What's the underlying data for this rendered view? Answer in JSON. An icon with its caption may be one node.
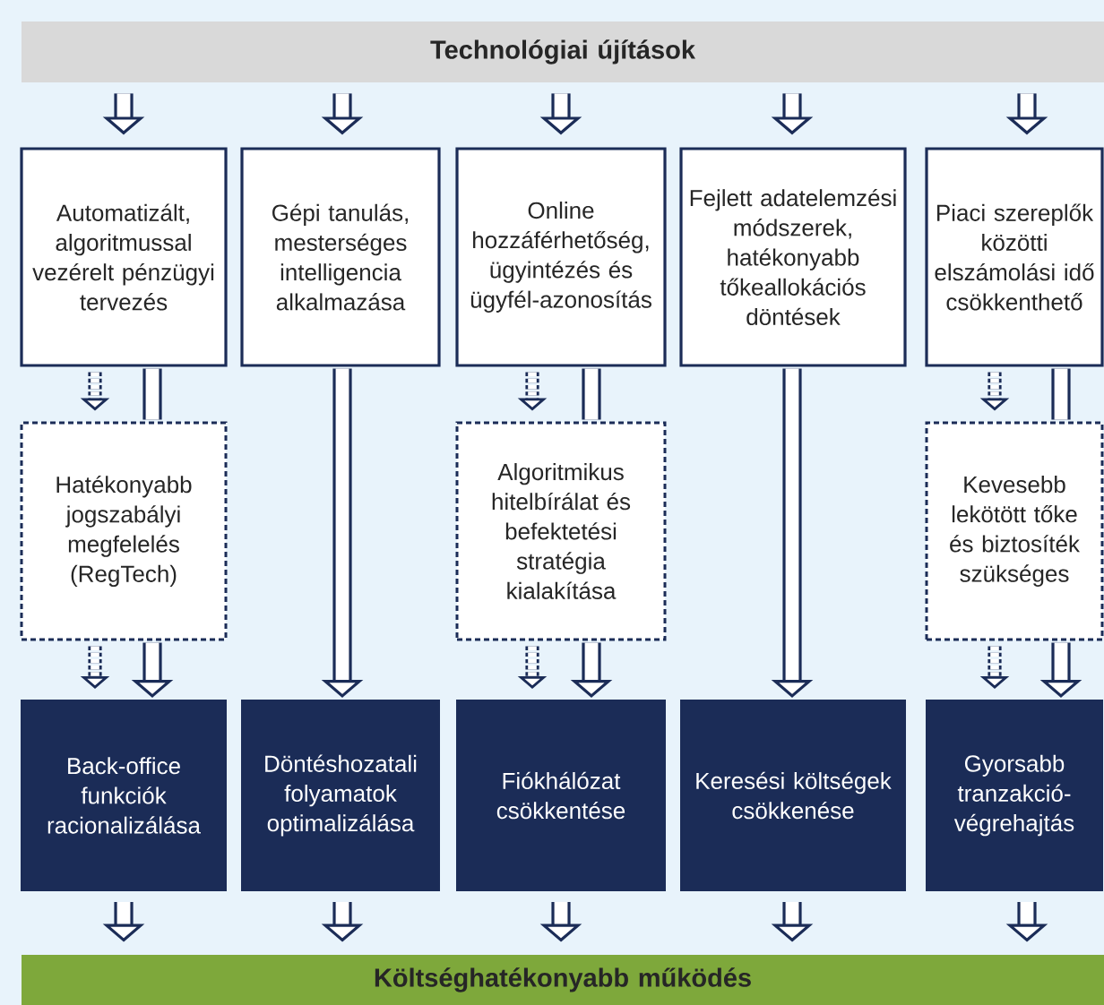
{
  "diagram": {
    "nodes": [
      {
        "text": [
          "Technológiai újítások"
        ]
      },
      {
        "text": [
          "Automatizált, algoritmussal vezérelt pénzügyi tervezés"
        ]
      },
      {
        "text": [
          "Gépi tanulás, mesterséges intelligencia alkalmazása"
        ]
      },
      {
        "text": [
          "Online hozzáférhetőség, ügyintézés és ügyfél-azonosítás"
        ]
      },
      {
        "text": [
          "Fejlett adatelemzési módszerek, hatékonyabb tőkeallokációs döntések"
        ]
      },
      {
        "text": [
          "Piaci szereplők közötti elszámolási idő csökkenthető"
        ]
      },
      {
        "text": [
          "Hatékonyabb jogszabályi megfelelés (RegTech)"
        ]
      },
      {
        "text": [
          "Algoritmikus hitelbírálat és befektetési stratégia kialakítása"
        ]
      },
      {
        "text": [
          "Kevesebb lekötött tőke és biztosíték szükséges"
        ]
      },
      {
        "text": [
          "Back-office funkciók racionalizálása"
        ]
      },
      {
        "text": [
          "Döntéshozatali folyamatok optimalizálása"
        ]
      },
      {
        "text": [
          "Fiókhálózat csökkentése"
        ]
      },
      {
        "text": [
          "Keresési költségek csökkenése"
        ]
      },
      {
        "text": [
          "Gyorsabb tranzakció-végrehajtás"
        ]
      },
      {
        "text": [
          "Költséghatékonyabb működés"
        ]
      }
    ],
    "edges": [
      {
        "from": 0,
        "to": 1,
        "arrow": "to"
      },
      {
        "from": 0,
        "to": 2,
        "arrow": "to"
      },
      {
        "from": 0,
        "to": 3,
        "arrow": "to"
      },
      {
        "from": 0,
        "to": 4,
        "arrow": "to"
      },
      {
        "from": 0,
        "to": 5,
        "arrow": "to"
      },
      {
        "from": 1,
        "to": 6,
        "arrow": "to",
        "style": "dashed"
      },
      {
        "from": 1,
        "to": 6,
        "arrow": "none"
      },
      {
        "from": 6,
        "to": 9,
        "arrow": "to",
        "style": "dashed"
      },
      {
        "from": 6,
        "to": 9,
        "arrow": "to"
      },
      {
        "from": 2,
        "to": 10,
        "arrow": "to"
      },
      {
        "from": 3,
        "to": 7,
        "arrow": "to",
        "style": "dashed"
      },
      {
        "from": 3,
        "to": 7,
        "arrow": "none"
      },
      {
        "from": 7,
        "to": 11,
        "arrow": "to",
        "style": "dashed"
      },
      {
        "from": 7,
        "to": 11,
        "arrow": "to"
      },
      {
        "from": 4,
        "to": 12,
        "arrow": "to"
      },
      {
        "from": 5,
        "to": 8,
        "arrow": "to",
        "style": "dashed"
      },
      {
        "from": 5,
        "to": 8,
        "arrow": "none"
      },
      {
        "from": 8,
        "to": 13,
        "arrow": "to",
        "style": "dashed"
      },
      {
        "from": 8,
        "to": 13,
        "arrow": "to"
      },
      {
        "from": 9,
        "to": 14,
        "arrow": "to"
      },
      {
        "from": 10,
        "to": 14,
        "arrow": "to"
      },
      {
        "from": 11,
        "to": 14,
        "arrow": "to"
      },
      {
        "from": 12,
        "to": 14,
        "arrow": "to"
      },
      {
        "from": 13,
        "to": 14,
        "arrow": "to"
      }
    ]
  }
}
